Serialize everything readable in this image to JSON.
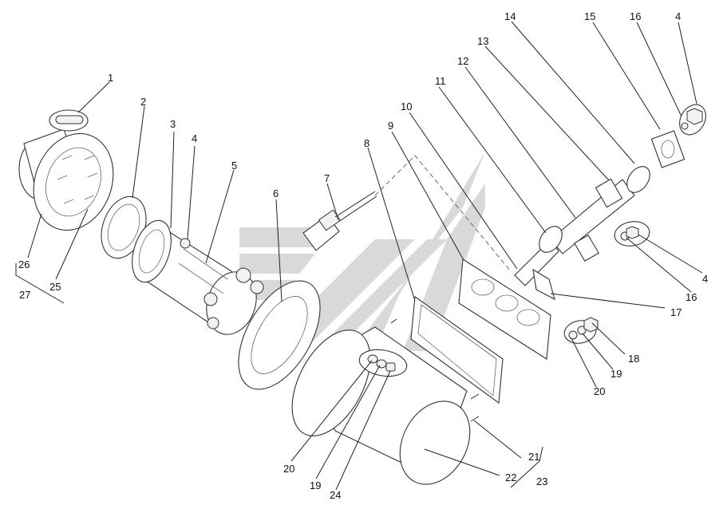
{
  "diagram": {
    "callouts": [
      {
        "id": "c1",
        "text": "1"
      },
      {
        "id": "c2",
        "text": "2"
      },
      {
        "id": "c3",
        "text": "3"
      },
      {
        "id": "c4a",
        "text": "4"
      },
      {
        "id": "c5",
        "text": "5"
      },
      {
        "id": "c6",
        "text": "6"
      },
      {
        "id": "c7",
        "text": "7"
      },
      {
        "id": "c8",
        "text": "8"
      },
      {
        "id": "c9",
        "text": "9"
      },
      {
        "id": "c10",
        "text": "10"
      },
      {
        "id": "c11",
        "text": "11"
      },
      {
        "id": "c12",
        "text": "12"
      },
      {
        "id": "c13",
        "text": "13"
      },
      {
        "id": "c14",
        "text": "14"
      },
      {
        "id": "c15",
        "text": "15"
      },
      {
        "id": "c16a",
        "text": "16"
      },
      {
        "id": "c4b",
        "text": "4"
      },
      {
        "id": "c4c",
        "text": "4"
      },
      {
        "id": "c16b",
        "text": "16"
      },
      {
        "id": "c17",
        "text": "17"
      },
      {
        "id": "c18",
        "text": "18"
      },
      {
        "id": "c19a",
        "text": "19"
      },
      {
        "id": "c20a",
        "text": "20"
      },
      {
        "id": "c21",
        "text": "21"
      },
      {
        "id": "c22",
        "text": "22"
      },
      {
        "id": "c23",
        "text": "23"
      },
      {
        "id": "c20b",
        "text": "20"
      },
      {
        "id": "c19b",
        "text": "19"
      },
      {
        "id": "c24",
        "text": "24"
      },
      {
        "id": "c26",
        "text": "26"
      },
      {
        "id": "c25",
        "text": "25"
      },
      {
        "id": "c27",
        "text": "27"
      }
    ]
  }
}
